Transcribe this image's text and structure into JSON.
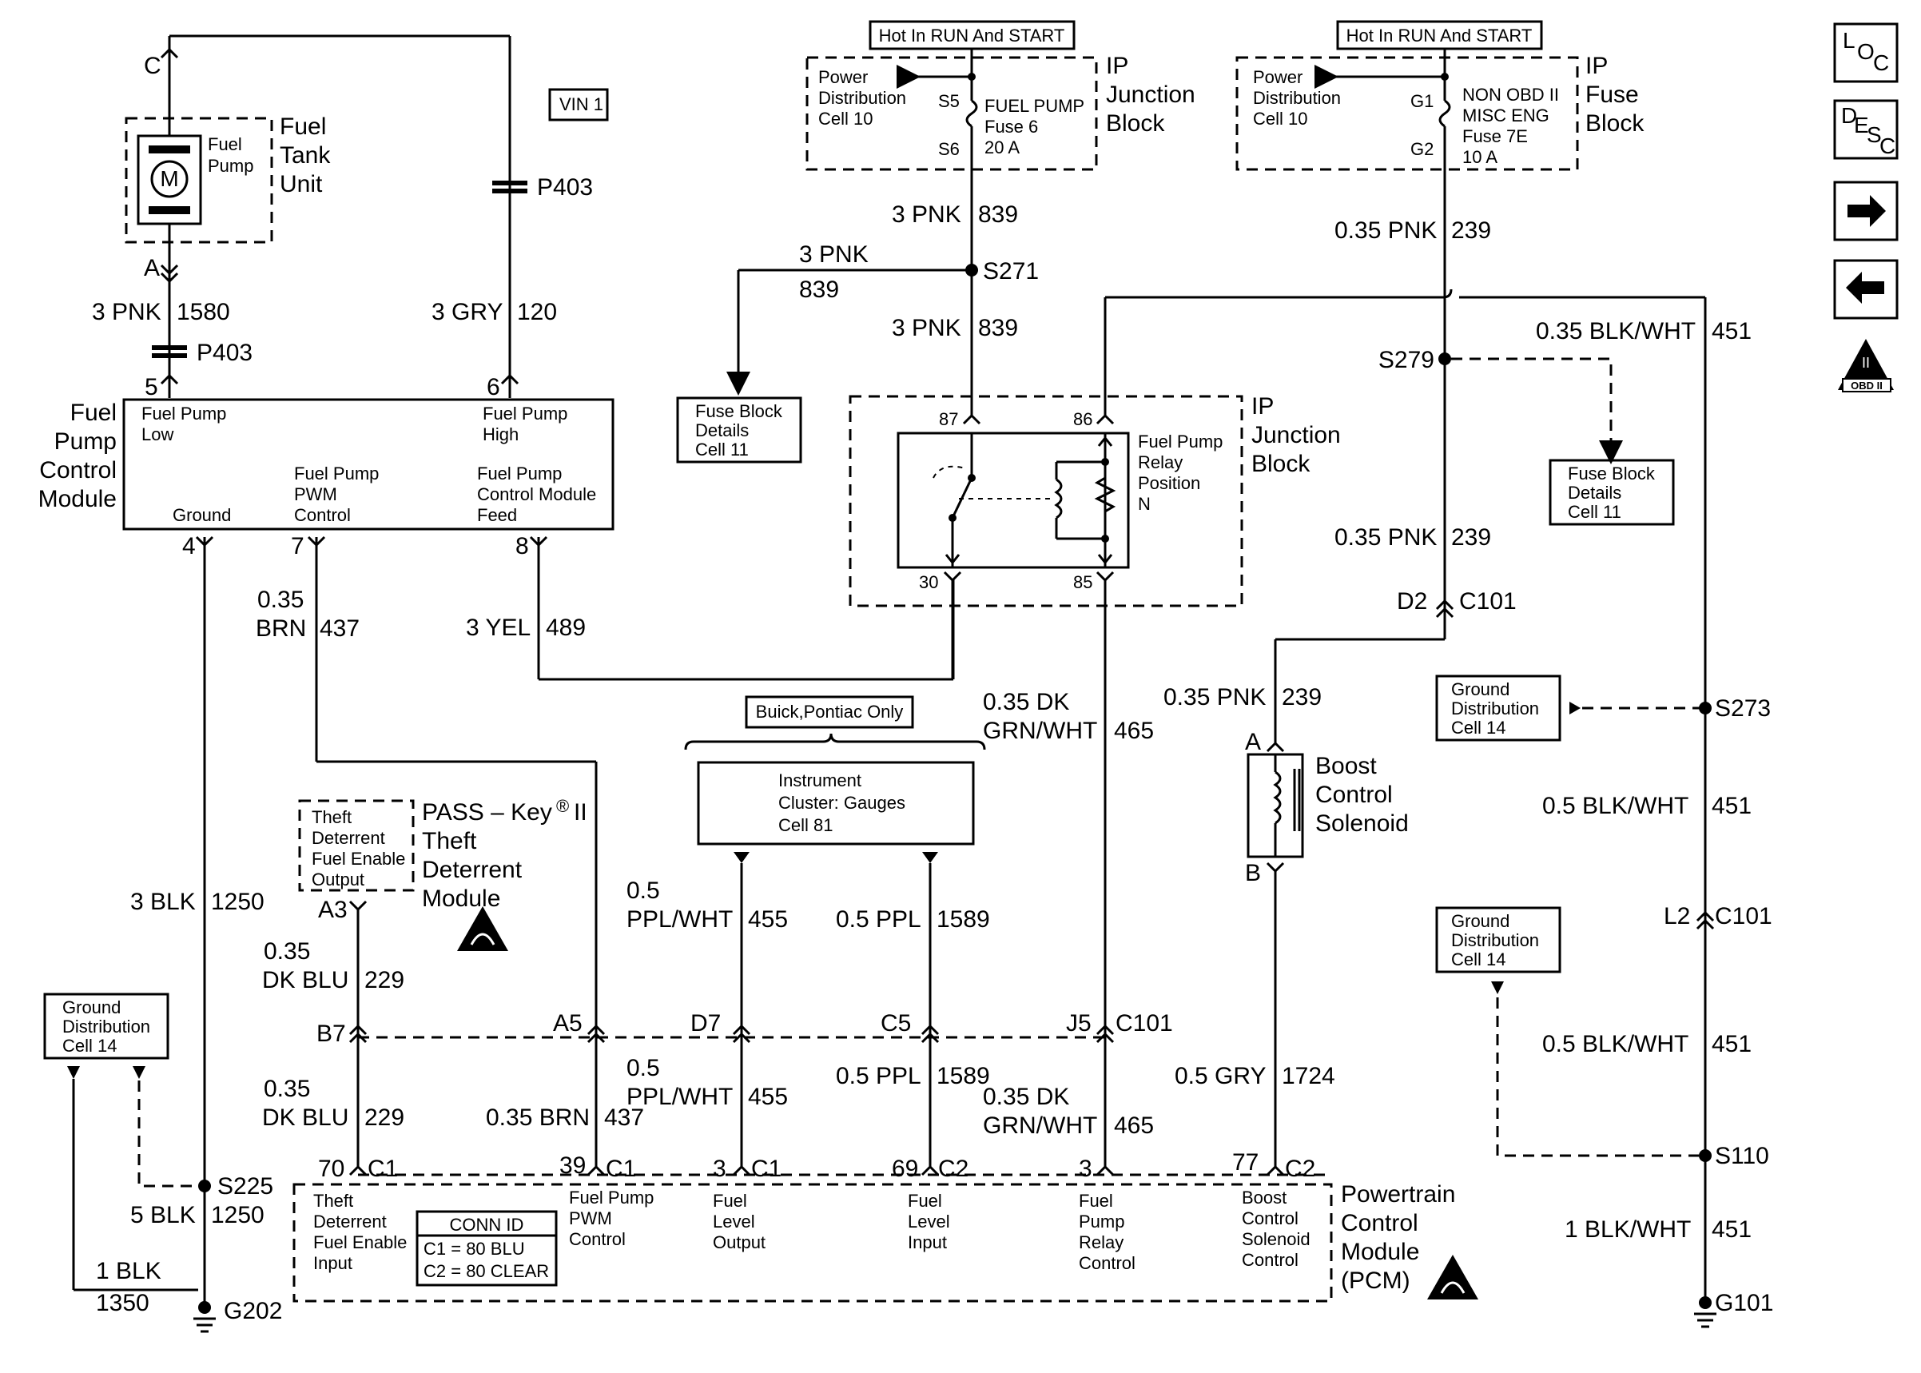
{
  "labels": {
    "vin": "VIN 1",
    "fuel_tank_title": [
      "Fuel",
      "Tank",
      "Unit"
    ],
    "fuel_pump_motor": [
      "Fuel",
      "Pump"
    ],
    "motor_letter": "M",
    "conn_c_top": "C",
    "conn_a": "A",
    "p403_top": "P403",
    "p403_bottom": "P403",
    "wire_3pnk_1580": [
      "3 PNK",
      "1580"
    ],
    "wire_3gry_120": [
      "3 GRY",
      "120"
    ],
    "pin5": "5",
    "pin6": "6",
    "fpcm_title": [
      "Fuel",
      "Pump",
      "Control",
      "Module"
    ],
    "fpcm_low": [
      "Fuel Pump",
      "Low"
    ],
    "fpcm_high": [
      "Fuel Pump",
      "High"
    ],
    "fpcm_pwm": [
      "Fuel Pump",
      "PWM",
      "Control"
    ],
    "fpcm_feed": [
      "Fuel Pump",
      "Control Module",
      "Feed"
    ],
    "fpcm_ground": "Ground",
    "pin4": "4",
    "pin7": "7",
    "pin8": "8",
    "wire_035_brn_437": [
      "0.35",
      "BRN",
      "437"
    ],
    "wire_3yel_489": [
      "3 YEL",
      "489"
    ],
    "wire_3blk_1250": [
      "3 BLK",
      "1250"
    ],
    "hot_run_start_1": "Hot In RUN And START",
    "hot_run_start_2": "Hot In RUN And START",
    "pdc_1": [
      "Power",
      "Distribution",
      "Cell 10"
    ],
    "pdc_2": [
      "Power",
      "Distribution",
      "Cell 10"
    ],
    "fuse_pump": [
      "FUEL PUMP",
      "Fuse 6",
      "20 A"
    ],
    "fuse_misc": [
      "NON OBD II",
      "MISC ENG",
      "Fuse 7E",
      "10 A"
    ],
    "s5": "S5",
    "s6": "S6",
    "g1": "G1",
    "g2": "G2",
    "ip_junction_block": [
      "IP",
      "Junction",
      "Block"
    ],
    "ip_fuse_block": [
      "IP",
      "Fuse",
      "Block"
    ],
    "wire_3pnk_839_a": [
      "3 PNK",
      "839"
    ],
    "wire_3pnk_839_b": [
      "3 PNK",
      "839"
    ],
    "wire_3pnk_839_c": [
      "3 PNK",
      "839"
    ],
    "s271": "S271",
    "fuse_block_details_1": [
      "Fuse Block",
      "Details",
      "Cell 11"
    ],
    "fuse_block_details_2": [
      "Fuse Block",
      "Details",
      "Cell 11"
    ],
    "wire_035_pnk_239_a": [
      "0.35 PNK",
      "239"
    ],
    "wire_035_pnk_239_b": [
      "0.35 PNK",
      "239"
    ],
    "wire_035_pnk_239_c": [
      "0.35 PNK",
      "239"
    ],
    "wire_035_blkwht_451": [
      "0.35 BLK/WHT",
      "451"
    ],
    "s279": "S279",
    "relay_pins": [
      "87",
      "86",
      "30",
      "85"
    ],
    "relay_desc": [
      "Fuel Pump",
      "Relay",
      "Position",
      "N"
    ],
    "ip_junction_block_2": [
      "IP",
      "Junction",
      "Block"
    ],
    "d2": "D2",
    "c101_a": "C101",
    "wire_035_dkgrnwht_465_a": [
      "0.35 DK",
      "GRN/WHT",
      "465"
    ],
    "buick_pontiac": "Buick,Pontiac Only",
    "instrument_cluster": [
      "Instrument",
      "Cluster:  Gauges",
      "Cell 81"
    ],
    "wire_05_pplwht_455_a": [
      "0.5",
      "PPL/WHT",
      "455"
    ],
    "wire_05_ppl_1589_a": [
      "0.5 PPL",
      "1589"
    ],
    "boost_solenoid": [
      "Boost",
      "Control",
      "Solenoid"
    ],
    "boost_a": "A",
    "boost_b": "B",
    "ground_dist_1": [
      "Ground",
      "Distribution",
      "Cell 14"
    ],
    "ground_dist_2": [
      "Ground",
      "Distribution",
      "Cell 14"
    ],
    "ground_dist_3": [
      "Ground",
      "Distribution",
      "Cell 14"
    ],
    "s273": "S273",
    "wire_05_blkwht_451_a": [
      "0.5 BLK/WHT",
      "451"
    ],
    "l2": "L2",
    "c101_b": "C101",
    "wire_05_blkwht_451_b": [
      "0.5 BLK/WHT",
      "451"
    ],
    "s110": "S110",
    "wire_1_blkwht_451": [
      "1 BLK/WHT",
      "451"
    ],
    "g101": "G101",
    "pass_key_box": [
      "Theft",
      "Deterrent",
      "Fuel Enable",
      "Output"
    ],
    "pass_key_title": [
      "PASS – Key",
      "®",
      "II",
      "Theft",
      "Deterrent",
      "Module"
    ],
    "a3": "A3",
    "wire_035_dkblu_229_a": [
      "0.35",
      "DK BLU",
      "229"
    ],
    "c101_row": [
      "B7",
      "A5",
      "D7",
      "C5",
      "J5",
      "C101"
    ],
    "wire_035_dkblu_229_b": [
      "0.35",
      "DK BLU",
      "229"
    ],
    "wire_035_brn_437_b": [
      "0.35 BRN",
      "437"
    ],
    "wire_05_pplwht_455_b": [
      "0.5",
      "PPL/WHT",
      "455"
    ],
    "wire_05_ppl_1589_b": [
      "0.5 PPL",
      "1589"
    ],
    "wire_035_dkgrnwht_465_b": [
      "0.35 DK",
      "GRN/WHT",
      "465"
    ],
    "wire_05_gry_1724": [
      "0.5 GRY",
      "1724"
    ],
    "pcm_pins": [
      [
        "70",
        "C1"
      ],
      [
        "39",
        "C1"
      ],
      [
        "3",
        "C1"
      ],
      [
        "69",
        "C2"
      ],
      [
        "3",
        ""
      ],
      [
        "77",
        "C2"
      ]
    ],
    "s225": "S225",
    "wire_5blk_1250": [
      "5 BLK",
      "1250"
    ],
    "wire_1blk_1350": [
      "1 BLK",
      "1350"
    ],
    "g202": "G202",
    "pcm_theft": [
      "Theft",
      "Deterrent",
      "Fuel Enable",
      "Input"
    ],
    "pcm_pwm": [
      "Fuel Pump",
      "PWM",
      "Control"
    ],
    "pcm_fuel_out": [
      "Fuel",
      "Level",
      "Output"
    ],
    "pcm_fuel_in": [
      "Fuel",
      "Level",
      "Input"
    ],
    "pcm_relay": [
      "Fuel",
      "Pump",
      "Relay",
      "Control"
    ],
    "pcm_boost": [
      "Boost",
      "Control",
      "Solenoid",
      "Control"
    ],
    "conn_id": [
      "CONN ID",
      "C1 = 80 BLU",
      "C2 = 80 CLEAR"
    ],
    "pcm_title": [
      "Powertrain",
      "Control",
      "Module",
      "(PCM)"
    ]
  },
  "sidebar": {
    "loc": [
      "L",
      "O",
      "C"
    ],
    "desc": [
      "D",
      "E",
      "S",
      "C"
    ],
    "obd": [
      "II",
      "OBD II"
    ]
  },
  "icons": {
    "forward": "arrow-right-icon",
    "back": "arrow-left-icon",
    "esd": "esd-warning-icon",
    "obd": "obd-ii-icon",
    "ground": "ground-icon",
    "motor": "motor-icon"
  }
}
